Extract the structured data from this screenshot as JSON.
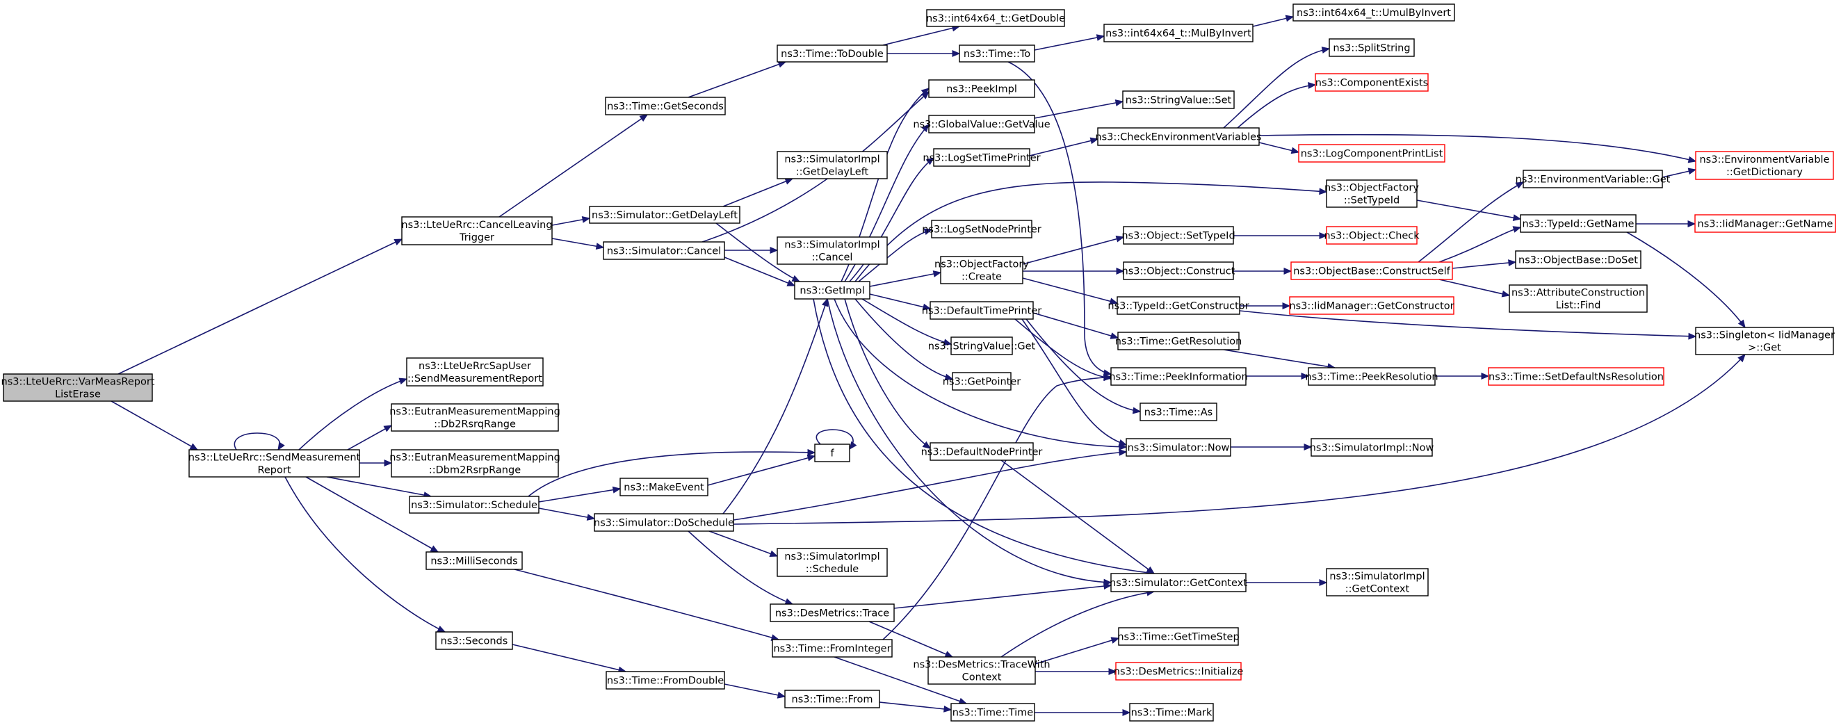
{
  "graph": {
    "colors": {
      "edge": "#191970",
      "node_border": "#000000",
      "truncated_border": "#ff0000",
      "root_fill": "#bfbfbf"
    },
    "nodes": [
      {
        "id": "root",
        "lines": [
          "ns3::LteUeRrc::VarMeasReport",
          "ListErase"
        ],
        "style": "root"
      },
      {
        "id": "cancelLeaving",
        "lines": [
          "ns3::LteUeRrc::CancelLeaving",
          "Trigger"
        ]
      },
      {
        "id": "sendMeas",
        "lines": [
          "ns3::LteUeRrc::SendMeasurement",
          "Report"
        ]
      },
      {
        "id": "getSeconds",
        "lines": [
          "ns3::Time::GetSeconds"
        ]
      },
      {
        "id": "getDelayLeft",
        "lines": [
          "ns3::Simulator::GetDelayLeft"
        ]
      },
      {
        "id": "simCancel",
        "lines": [
          "ns3::Simulator::Cancel"
        ]
      },
      {
        "id": "toDouble",
        "lines": [
          "ns3::Time::ToDouble"
        ]
      },
      {
        "id": "getDouble",
        "lines": [
          "ns3::int64x64_t::GetDouble"
        ]
      },
      {
        "id": "timeTo",
        "lines": [
          "ns3::Time::To"
        ]
      },
      {
        "id": "mulByInvert",
        "lines": [
          "ns3::int64x64_t::MulByInvert"
        ]
      },
      {
        "id": "umulByInvert",
        "lines": [
          "ns3::int64x64_t::UmulByInvert"
        ]
      },
      {
        "id": "simImplGetDelayLeft",
        "lines": [
          "ns3::SimulatorImpl",
          "::GetDelayLeft"
        ]
      },
      {
        "id": "simImplCancel",
        "lines": [
          "ns3::SimulatorImpl",
          "::Cancel"
        ]
      },
      {
        "id": "getImpl",
        "lines": [
          "ns3::GetImpl"
        ]
      },
      {
        "id": "peekImpl",
        "lines": [
          "ns3::PeekImpl"
        ]
      },
      {
        "id": "gvGetValue",
        "lines": [
          "ns3::GlobalValue::GetValue"
        ]
      },
      {
        "id": "logSetTimePrinter",
        "lines": [
          "ns3::LogSetTimePrinter"
        ]
      },
      {
        "id": "logSetNodePrinter",
        "lines": [
          "ns3::LogSetNodePrinter"
        ]
      },
      {
        "id": "ofCreate",
        "lines": [
          "ns3::ObjectFactory",
          "::Create"
        ]
      },
      {
        "id": "defaultTimePrinter",
        "lines": [
          "ns3::DefaultTimePrinter"
        ]
      },
      {
        "id": "svGet",
        "lines": [
          "ns3::StringValue::Get"
        ]
      },
      {
        "id": "getPointer",
        "lines": [
          "ns3::GetPointer"
        ]
      },
      {
        "id": "defaultNodePrinter",
        "lines": [
          "ns3::DefaultNodePrinter"
        ]
      },
      {
        "id": "svSet",
        "lines": [
          "ns3::StringValue::Set"
        ]
      },
      {
        "id": "checkEnv",
        "lines": [
          "ns3::CheckEnvironmentVariables"
        ]
      },
      {
        "id": "splitString",
        "lines": [
          "ns3::SplitString"
        ]
      },
      {
        "id": "componentExists",
        "lines": [
          "ns3::ComponentExists"
        ],
        "style": "red"
      },
      {
        "id": "logComponentPrintList",
        "lines": [
          "ns3::LogComponentPrintList"
        ],
        "style": "red"
      },
      {
        "id": "envGetDictionary",
        "lines": [
          "ns3::EnvironmentVariable",
          "::GetDictionary"
        ],
        "style": "red"
      },
      {
        "id": "ofSetTypeId",
        "lines": [
          "ns3::ObjectFactory",
          "::SetTypeId"
        ]
      },
      {
        "id": "envGet",
        "lines": [
          "ns3::EnvironmentVariable::Get"
        ]
      },
      {
        "id": "typeIdGetName",
        "lines": [
          "ns3::TypeId::GetName"
        ]
      },
      {
        "id": "iidGetName",
        "lines": [
          "ns3::IidManager::GetName"
        ],
        "style": "red"
      },
      {
        "id": "objSetTypeId",
        "lines": [
          "ns3::Object::SetTypeId"
        ]
      },
      {
        "id": "objCheck",
        "lines": [
          "ns3::Object::Check"
        ],
        "style": "red"
      },
      {
        "id": "objConstruct",
        "lines": [
          "ns3::Object::Construct"
        ]
      },
      {
        "id": "constructSelf",
        "lines": [
          "ns3::ObjectBase::ConstructSelf"
        ],
        "style": "red"
      },
      {
        "id": "doSet",
        "lines": [
          "ns3::ObjectBase::DoSet"
        ]
      },
      {
        "id": "attrFind",
        "lines": [
          "ns3::AttributeConstruction",
          "List::Find"
        ]
      },
      {
        "id": "getConstructor",
        "lines": [
          "ns3::TypeId::GetConstructor"
        ]
      },
      {
        "id": "iidGetConstructor",
        "lines": [
          "ns3::IidManager::GetConstructor"
        ],
        "style": "red"
      },
      {
        "id": "singletonGet",
        "lines": [
          "ns3::Singleton< IidManager",
          ">::Get"
        ]
      },
      {
        "id": "getResolution",
        "lines": [
          "ns3::Time::GetResolution"
        ]
      },
      {
        "id": "peekInformation",
        "lines": [
          "ns3::Time::PeekInformation"
        ]
      },
      {
        "id": "peekResolution",
        "lines": [
          "ns3::Time::PeekResolution"
        ]
      },
      {
        "id": "setDefaultNsRes",
        "lines": [
          "ns3::Time::SetDefaultNsResolution"
        ],
        "style": "red"
      },
      {
        "id": "timeAs",
        "lines": [
          "ns3::Time::As"
        ]
      },
      {
        "id": "simNow",
        "lines": [
          "ns3::Simulator::Now"
        ]
      },
      {
        "id": "simImplNow",
        "lines": [
          "ns3::SimulatorImpl::Now"
        ]
      },
      {
        "id": "sapUser",
        "lines": [
          "ns3::LteUeRrcSapUser",
          "::SendMeasurementReport"
        ]
      },
      {
        "id": "db2rsrq",
        "lines": [
          "ns3::EutranMeasurementMapping",
          "::Db2RsrqRange"
        ]
      },
      {
        "id": "dbm2rsrp",
        "lines": [
          "ns3::EutranMeasurementMapping",
          "::Dbm2RsrpRange"
        ]
      },
      {
        "id": "f",
        "lines": [
          "f"
        ]
      },
      {
        "id": "simSchedule",
        "lines": [
          "ns3::Simulator::Schedule"
        ]
      },
      {
        "id": "makeEvent",
        "lines": [
          "ns3::MakeEvent"
        ]
      },
      {
        "id": "doSchedule",
        "lines": [
          "ns3::Simulator::DoSchedule"
        ]
      },
      {
        "id": "simImplSchedule",
        "lines": [
          "ns3::SimulatorImpl",
          "::Schedule"
        ]
      },
      {
        "id": "milliSeconds",
        "lines": [
          "ns3::MilliSeconds"
        ]
      },
      {
        "id": "desTrace",
        "lines": [
          "ns3::DesMetrics::Trace"
        ]
      },
      {
        "id": "fromInteger",
        "lines": [
          "ns3::Time::FromInteger"
        ]
      },
      {
        "id": "simGetContext",
        "lines": [
          "ns3::Simulator::GetContext"
        ]
      },
      {
        "id": "simImplGetContext",
        "lines": [
          "ns3::SimulatorImpl",
          "::GetContext"
        ]
      },
      {
        "id": "traceWithContext",
        "lines": [
          "ns3::DesMetrics::TraceWith",
          "Context"
        ]
      },
      {
        "id": "getTimeStep",
        "lines": [
          "ns3::Time::GetTimeStep"
        ]
      },
      {
        "id": "desInitialize",
        "lines": [
          "ns3::DesMetrics::Initialize"
        ],
        "style": "red"
      },
      {
        "id": "seconds",
        "lines": [
          "ns3::Seconds"
        ]
      },
      {
        "id": "fromDouble",
        "lines": [
          "ns3::Time::FromDouble"
        ]
      },
      {
        "id": "timeFrom",
        "lines": [
          "ns3::Time::From"
        ]
      },
      {
        "id": "timeTime",
        "lines": [
          "ns3::Time::Time"
        ]
      },
      {
        "id": "timeMark",
        "lines": [
          "ns3::Time::Mark"
        ]
      }
    ]
  }
}
